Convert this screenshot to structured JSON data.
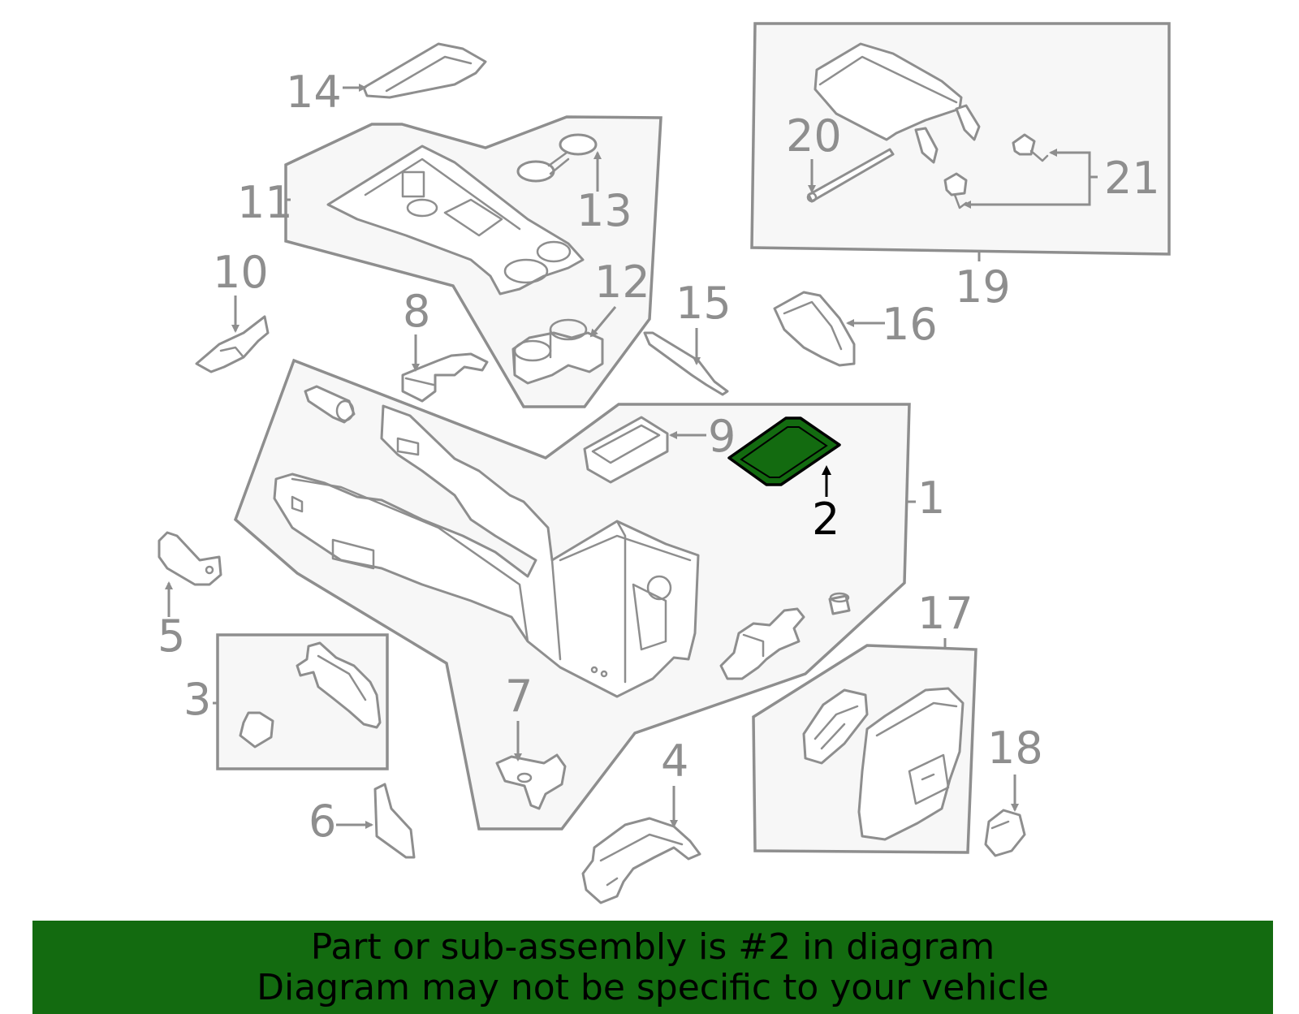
{
  "diagram": {
    "highlight_color": "#136b10",
    "highlighted_callout": "2",
    "callouts": {
      "c1": "1",
      "c2": "2",
      "c3": "3",
      "c4": "4",
      "c5": "5",
      "c6": "6",
      "c7": "7",
      "c8": "8",
      "c9": "9",
      "c10": "10",
      "c11": "11",
      "c12": "12",
      "c13": "13",
      "c14": "14",
      "c15": "15",
      "c16": "16",
      "c17": "17",
      "c18": "18",
      "c19": "19",
      "c20": "20",
      "c21": "21"
    }
  },
  "banner": {
    "line1": "Part or sub-assembly is #2 in diagram",
    "line2": "Diagram may not be specific to your vehicle",
    "background": "#136b10"
  }
}
